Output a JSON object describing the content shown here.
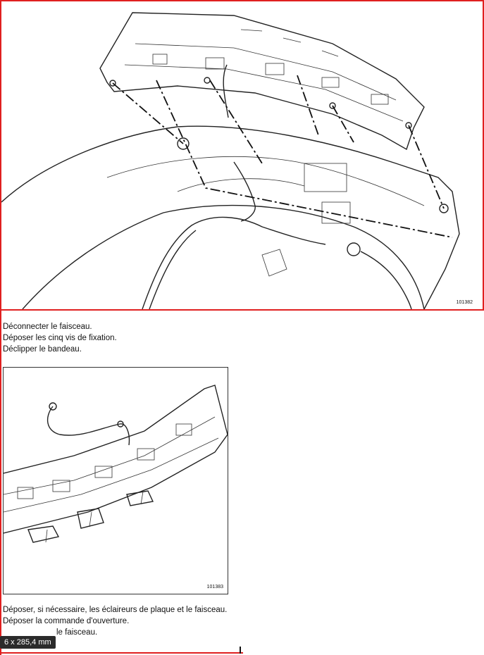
{
  "figures": {
    "top": {
      "ref": "101382"
    },
    "bottom": {
      "ref": "101383"
    }
  },
  "instructions_top": [
    "Déconnecter le faisceau.",
    "Déposer les cinq vis de fixation.",
    "Déclipper le bandeau."
  ],
  "instructions_bottom": {
    "line1": "Déposer, si nécessaire, les éclaireurs de plaque et le faisceau.",
    "line2": "Déposer la commande d'ouverture.",
    "line3": "le faisceau."
  },
  "tooltip": {
    "text": "6 x 285,4 mm"
  },
  "colors": {
    "frame": "#e02020",
    "tooltip_bg": "#2b2b2b"
  }
}
